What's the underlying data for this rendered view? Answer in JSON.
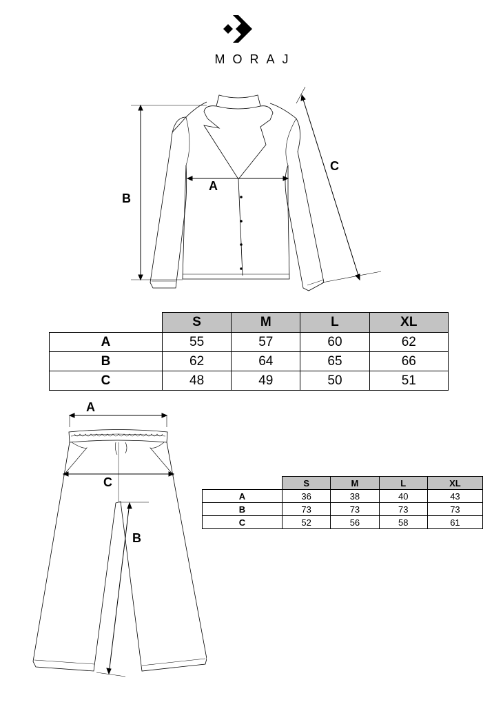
{
  "brand": {
    "name": "MORAJ"
  },
  "shirt": {
    "labels": {
      "a": "A",
      "b": "B",
      "c": "C"
    },
    "table": {
      "headers": [
        "S",
        "M",
        "L",
        "XL"
      ],
      "rows": [
        {
          "label": "A",
          "values": [
            "55",
            "57",
            "60",
            "62"
          ]
        },
        {
          "label": "B",
          "values": [
            "62",
            "64",
            "65",
            "66"
          ]
        },
        {
          "label": "C",
          "values": [
            "48",
            "49",
            "50",
            "51"
          ]
        }
      ]
    }
  },
  "pants": {
    "labels": {
      "a": "A",
      "b": "B",
      "c": "C"
    },
    "table": {
      "headers": [
        "S",
        "M",
        "L",
        "XL"
      ],
      "rows": [
        {
          "label": "A",
          "values": [
            "36",
            "38",
            "40",
            "43"
          ]
        },
        {
          "label": "B",
          "values": [
            "73",
            "73",
            "73",
            "73"
          ]
        },
        {
          "label": "C",
          "values": [
            "52",
            "56",
            "58",
            "61"
          ]
        }
      ]
    }
  },
  "colors": {
    "header_fill": "#c3c3c3",
    "line": "#000000"
  }
}
